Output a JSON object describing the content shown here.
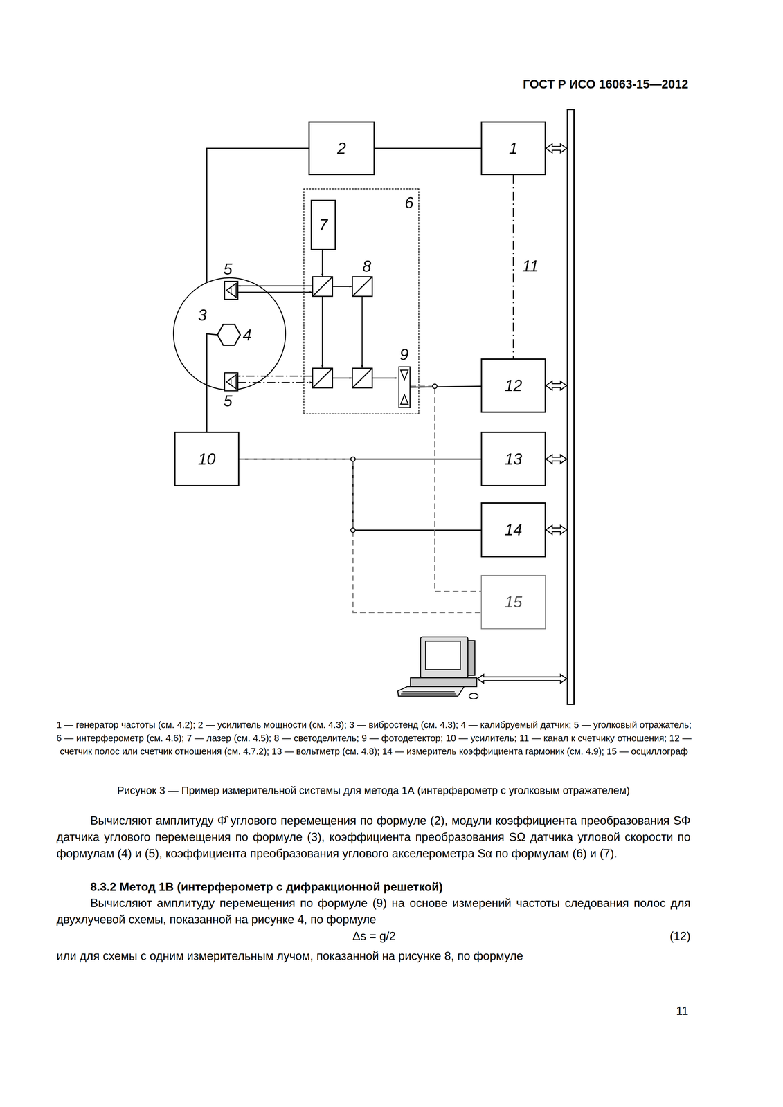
{
  "diagram": {
    "title": "ГОСТ Р ИСО 16063-15—2012",
    "caption": "Рисунок 3 — Пример измерительной системы для метода 1А (интерферометр с уголковым отражателем)",
    "nodes": [
      {
        "text": [
          "1"
        ]
      },
      {
        "text": [
          "2"
        ]
      },
      {
        "text": [
          "6"
        ]
      },
      {
        "text": [
          "7"
        ],
        "in": 2
      },
      {
        "text": [
          "9"
        ],
        "in": 2
      },
      {
        "text": [
          "3"
        ]
      },
      {
        "text": [
          "4"
        ],
        "in": 5
      },
      {
        "text": [
          "5"
        ],
        "in": 5
      },
      {
        "text": [
          "5"
        ],
        "in": 5
      },
      {
        "text": [
          "12"
        ]
      },
      {
        "text": [
          "10"
        ]
      },
      {
        "text": [
          "13"
        ]
      },
      {
        "text": [
          "14"
        ]
      },
      {
        "text": [
          "15"
        ]
      }
    ],
    "edges": [
      {
        "from": 1,
        "to": 0,
        "arrow": "none"
      },
      {
        "from": 1,
        "to": 5,
        "arrow": "none"
      },
      {
        "from": 0,
        "to": 9,
        "arrow": "none",
        "label": "11"
      },
      {
        "from": 4,
        "to": 9,
        "arrow": "none"
      },
      {
        "from": 6,
        "to": 10,
        "arrow": "none"
      },
      {
        "from": 10,
        "to": 11,
        "arrow": "none"
      },
      {
        "from": 10,
        "to": 12,
        "arrow": "none"
      },
      {
        "from": 10,
        "to": 13,
        "arrow": "none"
      },
      {
        "from": 4,
        "to": 13,
        "arrow": "none"
      }
    ],
    "labels": [
      "8",
      "1 — генератор частоты (см. 4.2); 2 — усилитель мощности (см. 4.3); 3 — вибростенд (см. 4.3); 4 — калибруемый датчик; 5 — уголковый отражатель; 6 — интерферометр (см. 4.6); 7 — лазер (см. 4.5); 8 — светоделитель; 9 — фотодетектор; 10 — усилитель; 11 — канал к счетчику отношения; 12 — счетчик полос или счетчик отношения (см. 4.7.2); 13 — вольтметр (см. 4.8); 14 — измеритель коэффициента гармоник (см. 4.9); 15 — осциллограф",
      "Вычисляют амплитуду Φ̂ углового перемещения по формуле (2), модули коэффициента преобразования SΦ датчика углового перемещения по формуле (3), коэффициента преобразования SΩ датчика угловой скорости по формулам (4) и (5), коэффициента преобразования углового акселерометра Sα по формулам (6) и (7).",
      "8.3.2 Метод 1В (интерферометр с дифракционной решеткой)",
      "Вычисляют амплитуду перемещения по формуле (9) на основе измерений частоты следования полос для двухлучевой схемы, показанной на рисунке 4, по формуле",
      "Δs = g/2",
      "(12)",
      "или для схемы с одним измерительным лучом, показанной на рисунке 8, по формуле",
      "11"
    ]
  }
}
